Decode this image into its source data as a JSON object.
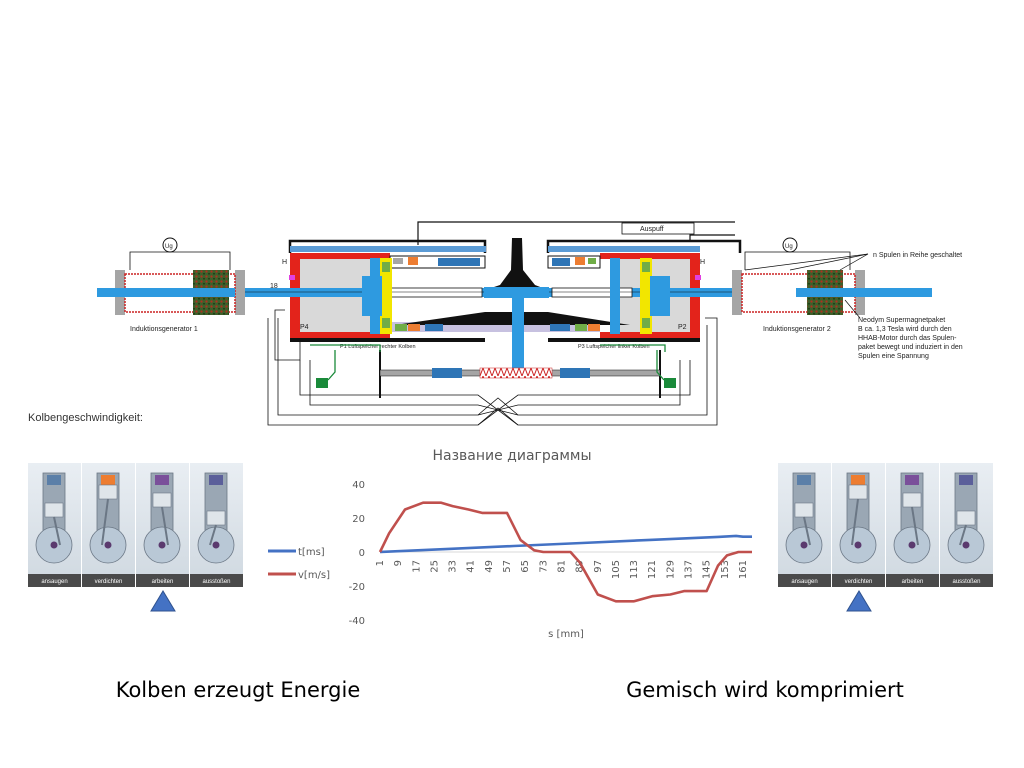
{
  "diagram": {
    "label_auspuff": "Auspuff",
    "label_gen1": "Induktionsgenerator 1",
    "label_gen2": "Induktionsgenerator 2",
    "label_coils": "n Spulen in Reihe geschaltet",
    "note_lines": [
      "Neodym Supermagnetpaket",
      "B ca. 1,3 Tesla wird durch den",
      "HHAB-Motor durch das Spulen-",
      "paket bewegt und induziert in den",
      "Spulen eine Spannung"
    ],
    "label_18": "18",
    "label_h_left": "H",
    "label_h_right": "H",
    "label_p4": "P4",
    "label_p2": "P2",
    "label_p1": "P1 Luftspeicher rechter Kolben",
    "label_p3": "P3 Luftspeicher linker Kolben",
    "gauge_left": "Ug",
    "gauge_right": "Ug"
  },
  "speed_label": "Kolbengeschwindigkeit:",
  "strip_left": {
    "labels": [
      "ansaugen",
      "verdichten",
      "arbeiten",
      "ausstoßen"
    ],
    "marker_index": 2
  },
  "strip_right": {
    "labels": [
      "ansaugen",
      "verdichten",
      "arbeiten",
      "ausstoßen"
    ],
    "marker_index": 1
  },
  "chart_data": {
    "type": "line",
    "title": "Название диаграммы",
    "xlabel": "s [mm]",
    "ylabel": "",
    "ylim": [
      -40,
      40
    ],
    "yticks": [
      40,
      20,
      0,
      -20,
      -40
    ],
    "x_tick_labels": [
      "1",
      "9",
      "17",
      "25",
      "33",
      "41",
      "49",
      "57",
      "65",
      "73",
      "81",
      "89",
      "97",
      "105",
      "113",
      "121",
      "129",
      "137",
      "145",
      "153",
      "161"
    ],
    "x_range": [
      1,
      165
    ],
    "legend_position": "right",
    "series": [
      {
        "name": "t[ms]",
        "color": "#4472c4",
        "points": [
          [
            1,
            0
          ],
          [
            30,
            1.7
          ],
          [
            60,
            3.5
          ],
          [
            90,
            5.3
          ],
          [
            120,
            7.1
          ],
          [
            150,
            8.9
          ],
          [
            158,
            9.5
          ],
          [
            161,
            9
          ],
          [
            165,
            9
          ]
        ]
      },
      {
        "name": "v[m/s]",
        "color": "#c0504d",
        "points": [
          [
            1,
            0
          ],
          [
            5,
            11
          ],
          [
            12,
            25
          ],
          [
            20,
            29
          ],
          [
            28,
            29
          ],
          [
            33,
            27
          ],
          [
            40,
            25
          ],
          [
            46,
            23
          ],
          [
            57,
            23
          ],
          [
            63,
            7
          ],
          [
            69,
            1
          ],
          [
            73,
            0
          ],
          [
            85,
            0
          ],
          [
            89,
            -6
          ],
          [
            97,
            -25
          ],
          [
            105,
            -29
          ],
          [
            113,
            -29
          ],
          [
            121,
            -26
          ],
          [
            129,
            -25
          ],
          [
            135,
            -23
          ],
          [
            145,
            -23
          ],
          [
            150,
            -8
          ],
          [
            154,
            -2
          ],
          [
            159,
            0
          ],
          [
            165,
            0
          ]
        ]
      }
    ]
  },
  "captions": {
    "left": "Kolben erzeugt Energie",
    "right": "Gemisch wird komprimiert"
  }
}
